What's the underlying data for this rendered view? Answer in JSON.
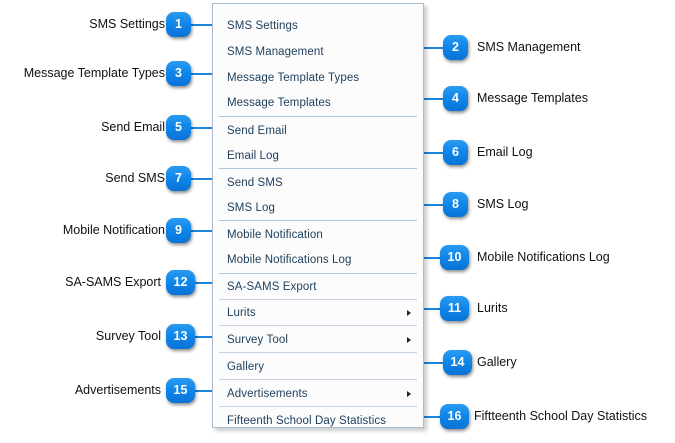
{
  "menu": {
    "name": "communication-menu",
    "items": [
      {
        "label": "SMS Settings",
        "has_submenu": false,
        "separator_after": false
      },
      {
        "label": "SMS Management",
        "has_submenu": false,
        "separator_after": false
      },
      {
        "label": "Message Template Types",
        "has_submenu": false,
        "separator_after": false
      },
      {
        "label": "Message Templates",
        "has_submenu": false,
        "separator_after": true
      },
      {
        "label": "Send Email",
        "has_submenu": false,
        "separator_after": false
      },
      {
        "label": "Email Log",
        "has_submenu": false,
        "separator_after": true
      },
      {
        "label": "Send SMS",
        "has_submenu": false,
        "separator_after": false
      },
      {
        "label": "SMS Log",
        "has_submenu": false,
        "separator_after": true
      },
      {
        "label": "Mobile Notification",
        "has_submenu": false,
        "separator_after": false
      },
      {
        "label": "Mobile Notifications Log",
        "has_submenu": false,
        "separator_after": true
      },
      {
        "label": "SA-SAMS Export",
        "has_submenu": false,
        "separator_after": true
      },
      {
        "label": "Lurits",
        "has_submenu": true,
        "separator_after": true
      },
      {
        "label": "Survey Tool",
        "has_submenu": true,
        "separator_after": true
      },
      {
        "label": "Gallery",
        "has_submenu": false,
        "separator_after": true
      },
      {
        "label": "Advertisements",
        "has_submenu": true,
        "separator_after": true
      },
      {
        "label": "Fifteenth School Day Statistics",
        "has_submenu": false,
        "separator_after": false
      }
    ]
  },
  "callouts": {
    "accent_color": "#1186e8",
    "line_color": "#1b84dd",
    "left": [
      {
        "number": "1",
        "label": "SMS Settings"
      },
      {
        "number": "3",
        "label": "Message Template Types"
      },
      {
        "number": "5",
        "label": "Send Email"
      },
      {
        "number": "7",
        "label": "Send SMS"
      },
      {
        "number": "9",
        "label": "Mobile Notification"
      },
      {
        "number": "12",
        "label": "SA-SAMS Export"
      },
      {
        "number": "13",
        "label": "Survey Tool"
      },
      {
        "number": "15",
        "label": "Advertisements"
      }
    ],
    "right": [
      {
        "number": "2",
        "label": "SMS Management"
      },
      {
        "number": "4",
        "label": "Message Templates"
      },
      {
        "number": "6",
        "label": "Email Log"
      },
      {
        "number": "8",
        "label": "SMS Log"
      },
      {
        "number": "10",
        "label": "Mobile Notifications Log"
      },
      {
        "number": "11",
        "label": "Lurits"
      },
      {
        "number": "14",
        "label": "Gallery"
      },
      {
        "number": "16",
        "label": "Fiftteenth School Day Statistics"
      }
    ]
  }
}
